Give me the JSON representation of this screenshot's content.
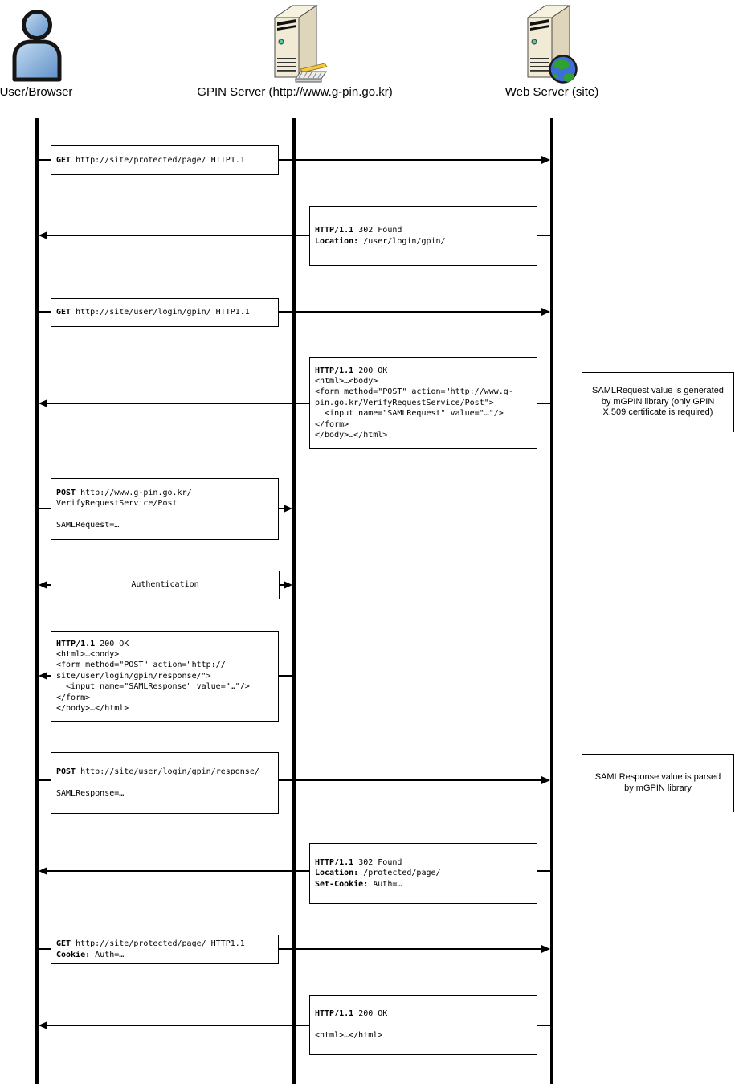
{
  "actors": [
    {
      "label": "User/Browser",
      "icon": "user-icon"
    },
    {
      "label": "GPIN Server (http://www.g-pin.go.kr)",
      "icon": "server-keyboard-icon"
    },
    {
      "label": "Web Server (site)",
      "icon": "server-globe-icon"
    }
  ],
  "colors": {
    "line": "#000000",
    "box_bg": "#ffffff",
    "person_blue": "#5d8fc7",
    "server_beige": "#f1ead4",
    "globe_blue": "#3b6fd4",
    "globe_green": "#2fa12f",
    "pencil_yellow": "#f5c842"
  },
  "messages": {
    "m1": {
      "from": "user",
      "to": "web",
      "lines": [
        {
          "bold": "GET",
          "rest": " http://site/protected/page/ HTTP1.1"
        }
      ]
    },
    "m2": {
      "from": "web",
      "to": "user",
      "lines": [
        {
          "bold": "HTTP/1.1",
          "rest": " 302 Found"
        },
        {
          "bold": "Location:",
          "rest": " /user/login/gpin/"
        }
      ]
    },
    "m3": {
      "from": "user",
      "to": "web",
      "lines": [
        {
          "bold": "GET",
          "rest": " http://site/user/login/gpin/ HTTP1.1"
        }
      ]
    },
    "m4": {
      "from": "web",
      "to": "user",
      "lines": [
        {
          "bold": "HTTP/1.1",
          "rest": " 200 OK"
        },
        {
          "rest": "<html>…<body>"
        },
        {
          "rest": "<form method=\"POST\" action=\"http://www.g-"
        },
        {
          "rest": "pin.go.kr/VerifyRequestService/Post\">"
        },
        {
          "rest": "  <input name=\"SAMLRequest\" value=\"…\"/>"
        },
        {
          "rest": "</form>"
        },
        {
          "rest": "</body>…</html>"
        }
      ]
    },
    "m5": {
      "from": "user",
      "to": "gpin",
      "lines": [
        {
          "bold": "POST",
          "rest": " http://www.g-pin.go.kr/"
        },
        {
          "rest": "VerifyRequestService/Post"
        },
        {
          "rest": ""
        },
        {
          "rest": "SAMLRequest=…"
        }
      ]
    },
    "m6": {
      "from": "user",
      "to": "gpin",
      "bidirectional": true,
      "lines": [
        {
          "rest": "Authentication"
        }
      ]
    },
    "m7": {
      "from": "gpin",
      "to": "user",
      "lines": [
        {
          "bold": "HTTP/1.1",
          "rest": " 200 OK"
        },
        {
          "rest": "<html>…<body>"
        },
        {
          "rest": "<form method=\"POST\" action=\"http://"
        },
        {
          "rest": "site/user/login/gpin/response/\">"
        },
        {
          "rest": "  <input name=\"SAMLResponse\" value=\"…\"/>"
        },
        {
          "rest": "</form>"
        },
        {
          "rest": "</body>…</html>"
        }
      ]
    },
    "m8": {
      "from": "user",
      "to": "web",
      "lines": [
        {
          "bold": "POST",
          "rest": " http://site/user/login/gpin/response/"
        },
        {
          "rest": ""
        },
        {
          "rest": "SAMLResponse=…"
        }
      ]
    },
    "m9": {
      "from": "web",
      "to": "user",
      "lines": [
        {
          "bold": "HTTP/1.1",
          "rest": " 302 Found"
        },
        {
          "bold": "Location:",
          "rest": " /protected/page/"
        },
        {
          "bold": "Set-Cookie:",
          "rest": " Auth=…"
        }
      ]
    },
    "m10": {
      "from": "user",
      "to": "web",
      "lines": [
        {
          "bold": "GET",
          "rest": " http://site/protected/page/ HTTP1.1"
        },
        {
          "bold": "Cookie:",
          "rest": " Auth=…"
        }
      ]
    },
    "m11": {
      "from": "web",
      "to": "user",
      "lines": [
        {
          "bold": "HTTP/1.1",
          "rest": " 200 OK"
        },
        {
          "rest": ""
        },
        {
          "rest": "<html>…</html>"
        }
      ]
    }
  },
  "notes": {
    "n1": "SAMLRequest value is generated by mGPIN library (only GPIN X.509 certificate is required)",
    "n2": "SAMLResponse value is parsed by mGPIN library"
  }
}
